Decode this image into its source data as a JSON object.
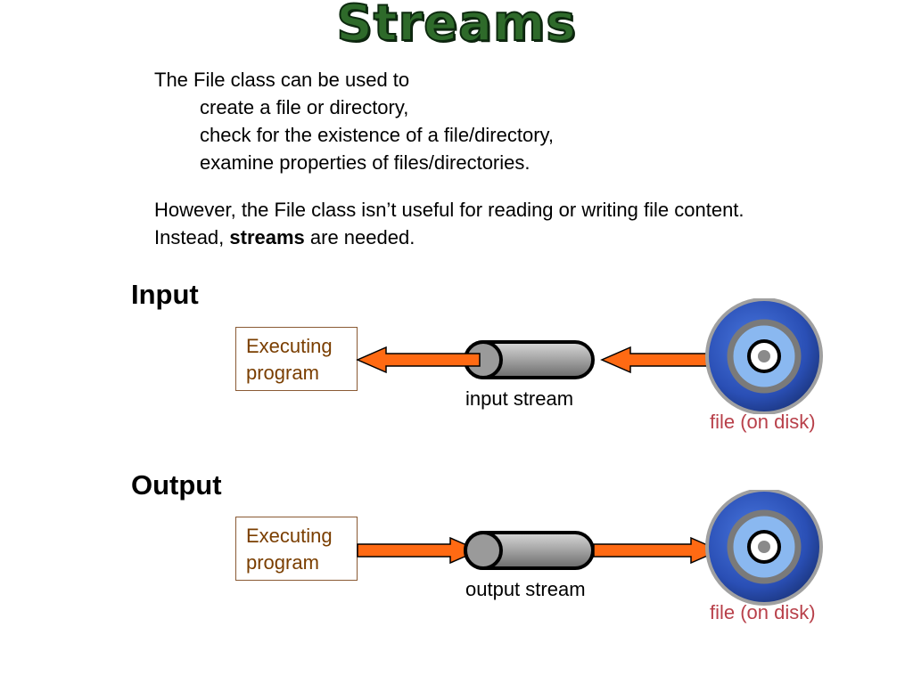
{
  "title": "Streams",
  "intro": {
    "line1": "The File class can be used to",
    "line2": "create a file or directory,",
    "line3": "check for the existence of a file/directory,",
    "line4": "examine properties of files/directories."
  },
  "para2": {
    "line1": "However, the File class isn’t useful for reading or writing file content.",
    "line2_prefix": "Instead, ",
    "line2_bold": "streams",
    "line2_suffix": " are needed."
  },
  "input_section": {
    "heading": "Input",
    "program_line1": "Executing",
    "program_line2": "program",
    "stream_label": "input stream",
    "file_label": "file (on disk)"
  },
  "output_section": {
    "heading": "Output",
    "program_line1": "Executing",
    "program_line2": "program",
    "stream_label": "output stream",
    "file_label": "file (on disk)"
  },
  "colors": {
    "arrow": "#ff6a13",
    "pipe": "#a0a0a0",
    "disk_outer": "#2f52b8",
    "disk_ring": "#8ab8f0",
    "disk_hub": "#808080",
    "file_label": "#b8404a",
    "program_text": "#7a3e00"
  },
  "icons": [
    "disk-icon",
    "pipe-icon",
    "arrow-icon"
  ]
}
